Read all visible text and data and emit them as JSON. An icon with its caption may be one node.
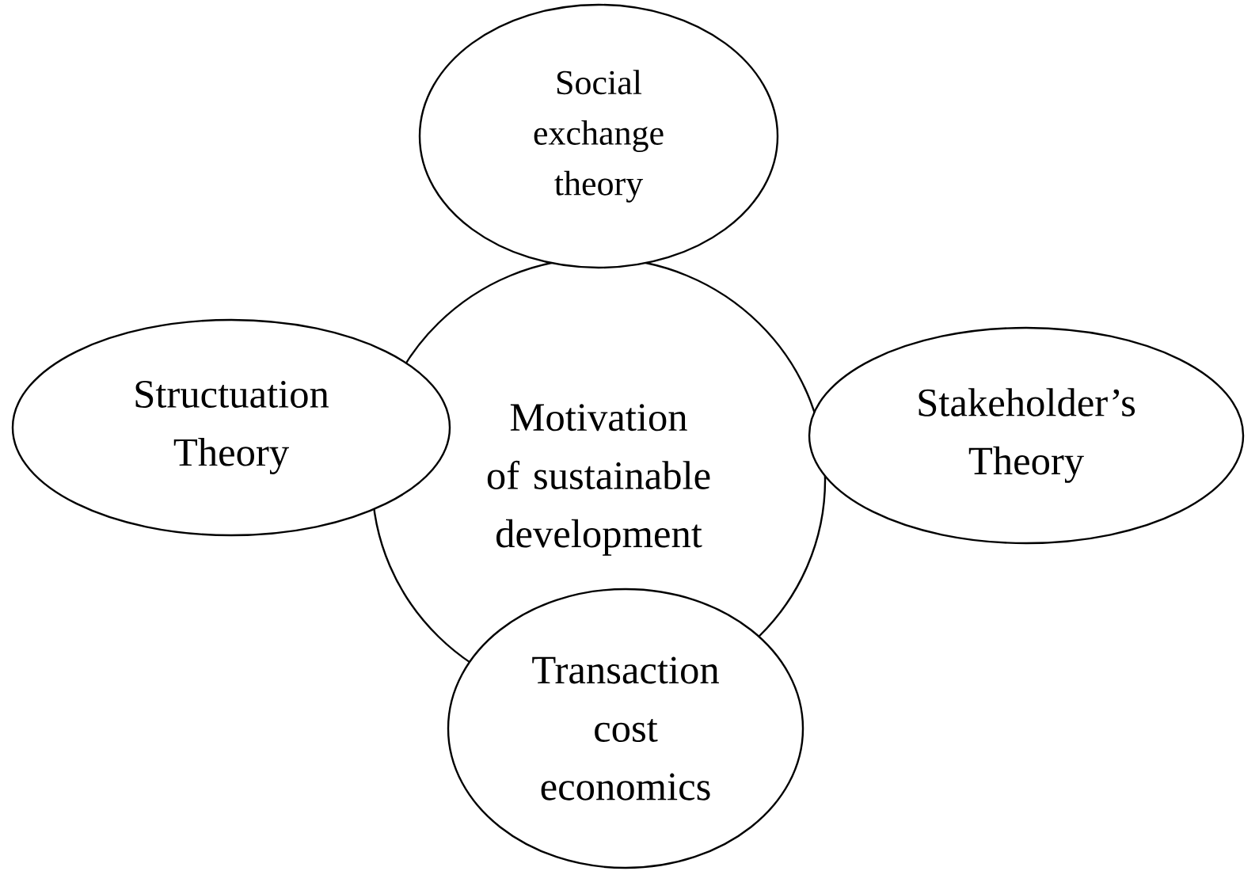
{
  "diagram": {
    "nodes": [
      {
        "text": [
          "Motivation of sustainable development"
        ]
      },
      {
        "text": [
          "Social exchange theory"
        ]
      },
      {
        "text": [
          "Structuation Theory"
        ]
      },
      {
        "text": [
          "Stakeholder’s Theory"
        ]
      },
      {
        "text": [
          "Transaction cost economics"
        ]
      }
    ]
  }
}
